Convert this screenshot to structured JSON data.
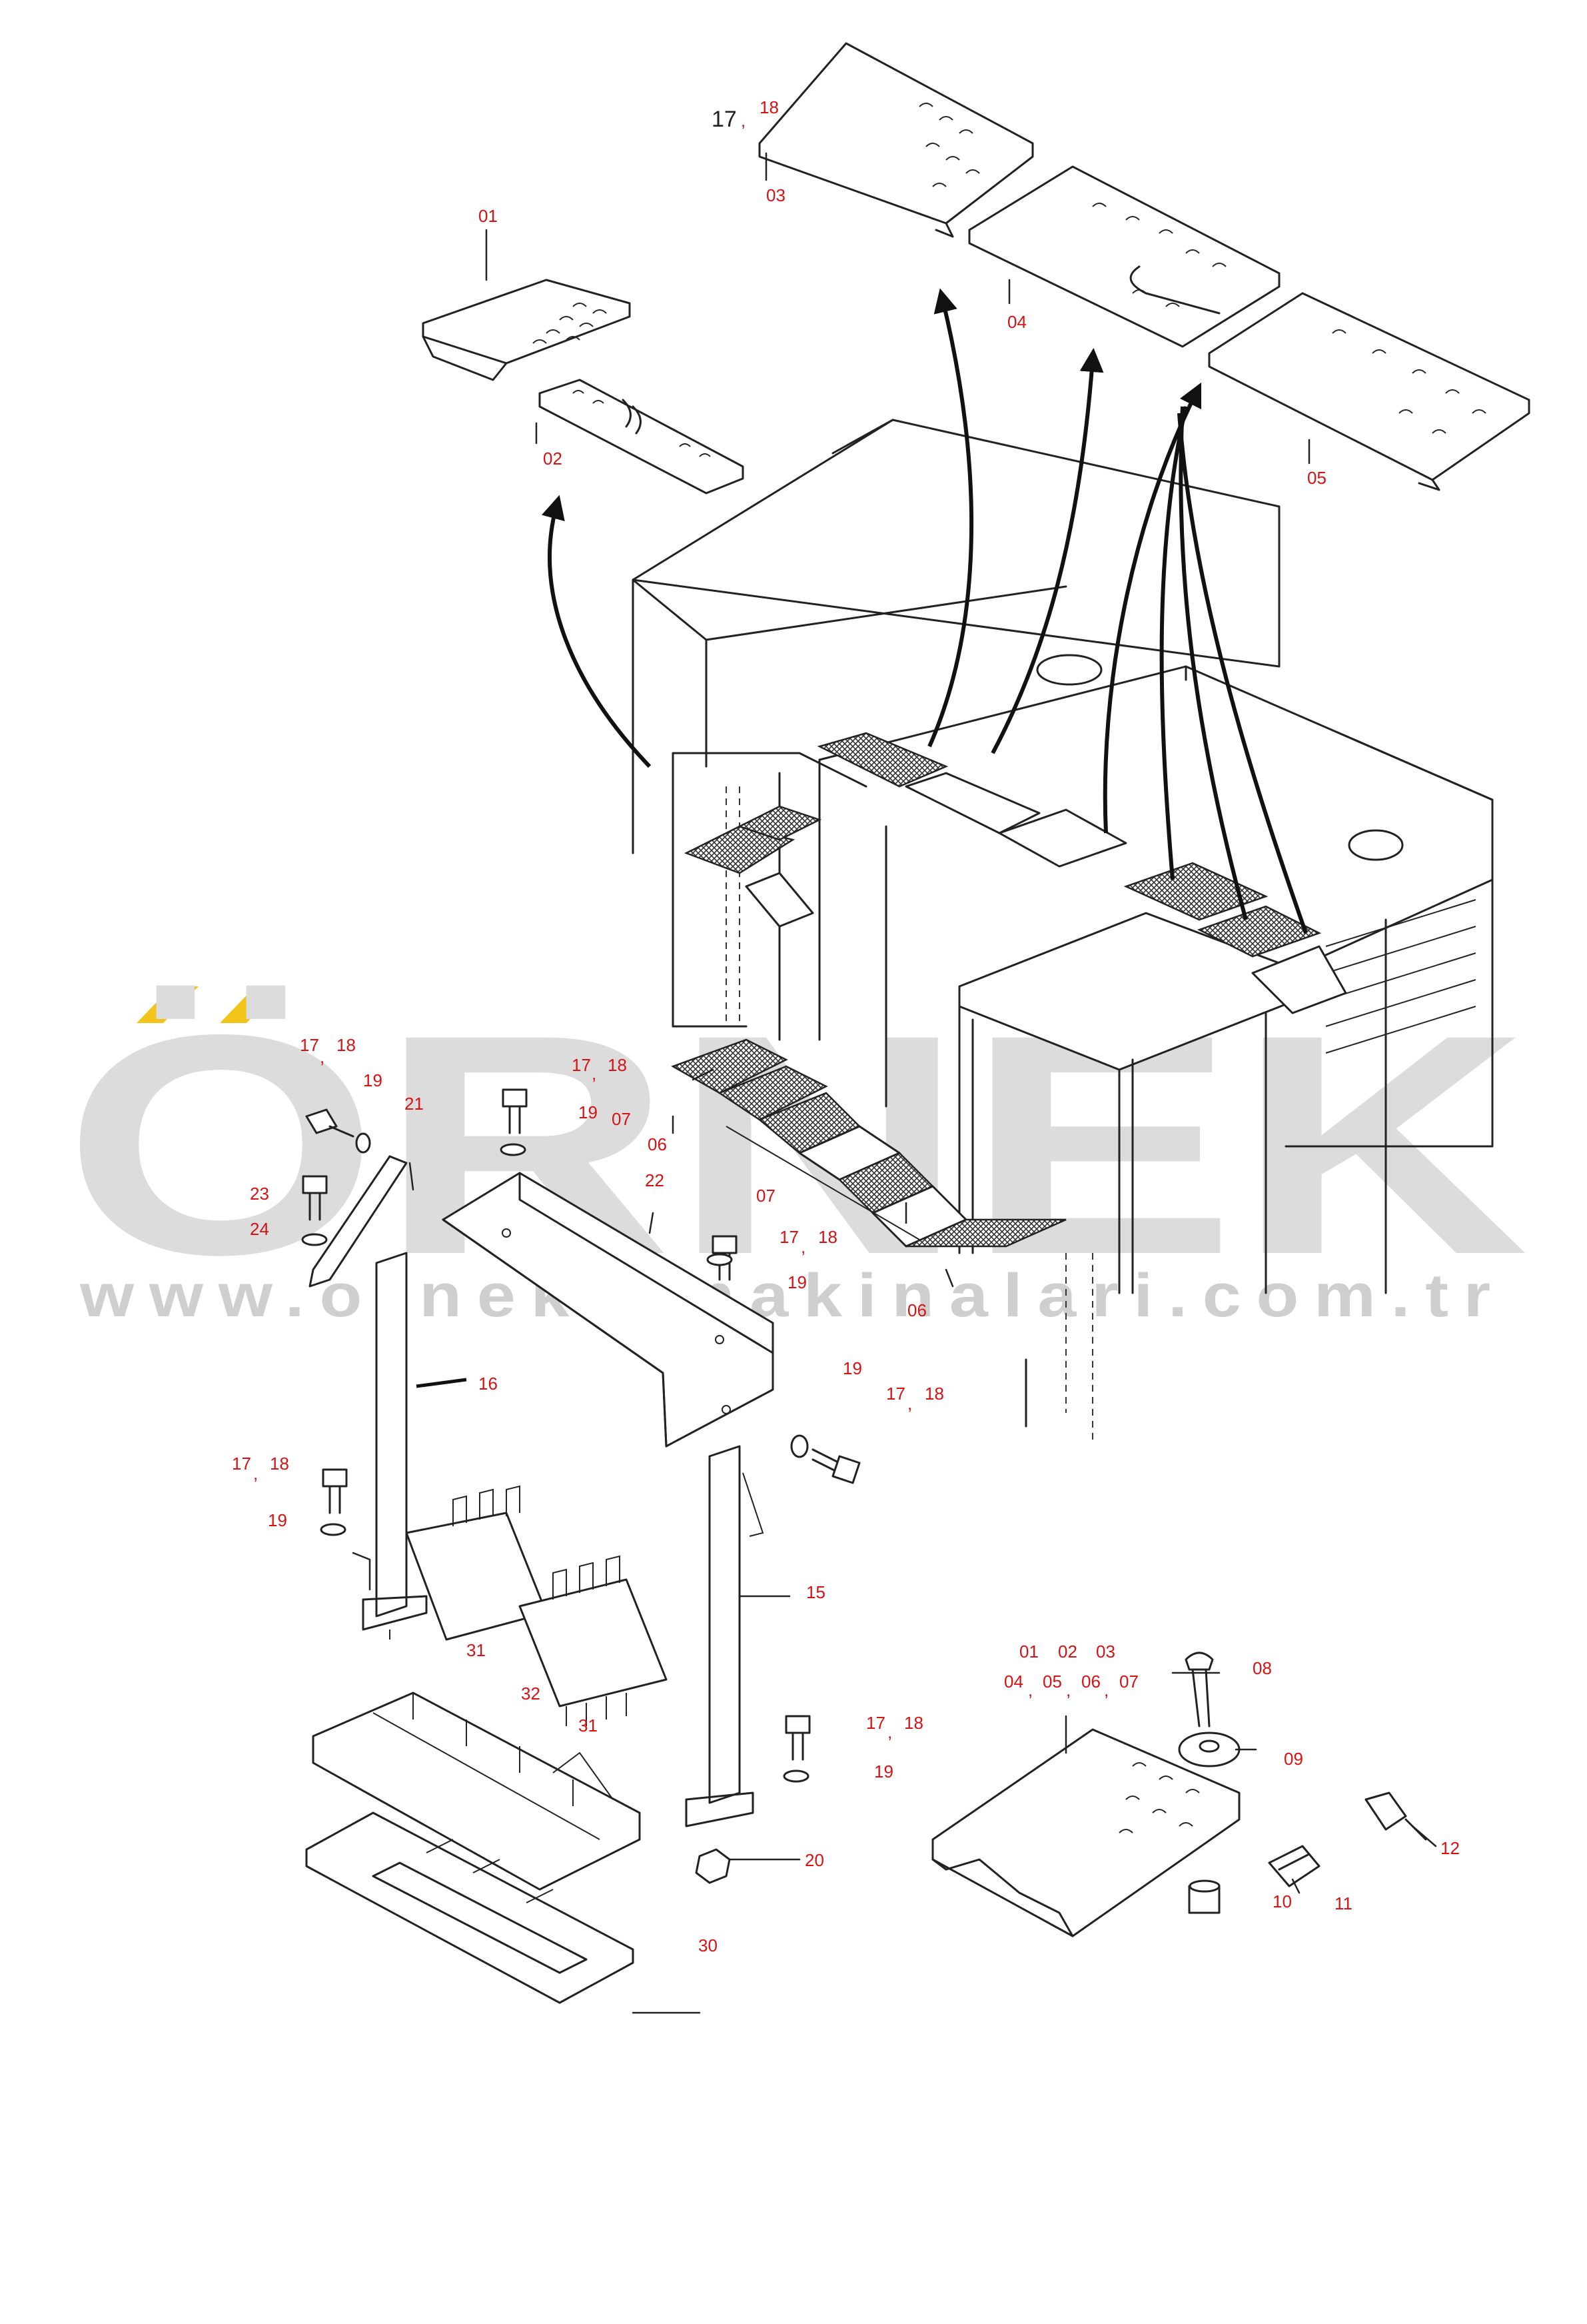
{
  "watermark": {
    "brand": "ÖRNEK",
    "url": "www.ornekismakinalari.com.tr",
    "accent_color": "#f2c318",
    "text_color": "#dcdcdc"
  },
  "callouts": {
    "c01": "01",
    "c02": "02",
    "c03": "03",
    "c04": "04",
    "c05": "05",
    "c06a": "06",
    "c06b": "06",
    "c07a": "07",
    "c07b": "07",
    "c08": "08",
    "c09": "09",
    "c10": "10",
    "c11": "11",
    "c12": "12",
    "c15": "15",
    "c16": "16",
    "c17_top": "17",
    "c18_top": "18",
    "c17_a": "17",
    "c18_a": "18",
    "c19_a": "19",
    "c17_b": "17",
    "c18_b": "18",
    "c19_b": "19",
    "c17_c": "17",
    "c18_c": "18",
    "c19_c": "19",
    "c17_d": "17",
    "c18_d": "18",
    "c19_d": "19",
    "c17_e": "17",
    "c18_e": "18",
    "c19_e": "19",
    "c17_f": "17",
    "c18_f": "18",
    "c19_f": "19",
    "c20": "20",
    "c21": "21",
    "c22": "22",
    "c23": "23",
    "c24": "24",
    "c30": "30",
    "c31a": "31",
    "c31b": "31",
    "c32": "32",
    "leg01": "01",
    "leg02": "02",
    "leg03": "03",
    "leg04": "04",
    "leg05": "05",
    "leg06": "06",
    "leg07": "07"
  },
  "colors": {
    "label": "#d81212",
    "line": "#222222"
  }
}
